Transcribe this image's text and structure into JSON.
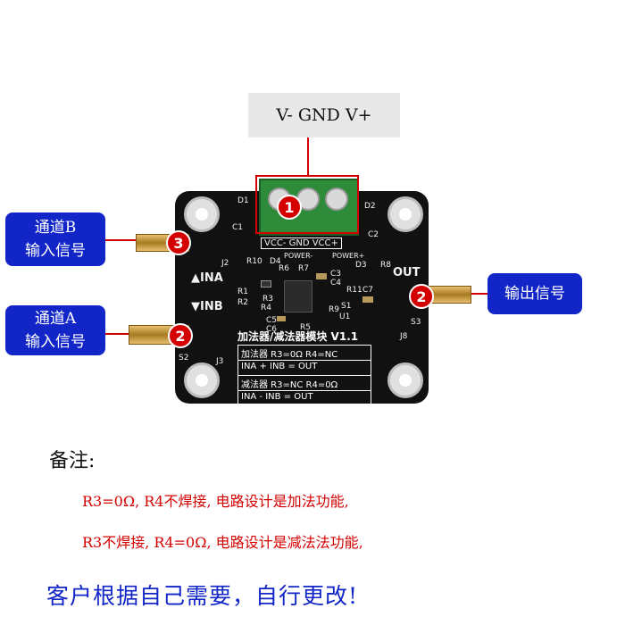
{
  "power_label": "V-  GND  V+",
  "channel_b_label": [
    "通道B",
    "输入信号"
  ],
  "channel_a_label": [
    "通道A",
    "输入信号"
  ],
  "output_label": "输出信号",
  "badges": {
    "power": "1",
    "channel_b": "3",
    "channel_a": "2",
    "output": "2"
  },
  "board": {
    "module_title": "加法器/减法器模块 V1.1",
    "rows": [
      "加法器   R3=0Ω   R4=NC",
      "INA + INB = OUT",
      "减法器   R3=NC   R4=0Ω",
      "INA - INB = OUT"
    ],
    "pin_labels": "VCC-  GND  VCC+",
    "ina": "▲INA",
    "inb": "▼INB",
    "out": "OUT",
    "power_minus": "POWER-",
    "power_plus": "POWER+",
    "silk": {
      "d1": "D1",
      "d2": "D2",
      "c1": "C1",
      "c2": "C2",
      "j2": "J2",
      "j3": "J3",
      "r10": "R10",
      "d4": "D4",
      "d3": "D3",
      "r8": "R8",
      "r6": "R6",
      "r7": "R7",
      "r1": "R1",
      "r2": "R2",
      "r3": "R3",
      "r4": "R4",
      "c3": "C3",
      "c4": "C4",
      "r11": "R11",
      "c7": "C7",
      "u1": "U1",
      "r9": "R9",
      "s1": "S1",
      "s2": "S2",
      "s3": "S3",
      "j8": "J8",
      "c5": "C5",
      "c6": "C6",
      "r5": "R5"
    }
  },
  "notes": {
    "title": "备注:",
    "line1": "R3=0Ω, R4不焊接, 电路设计是加法功能,",
    "line2": "R3不焊接, R4=0Ω, 电路设计是减法法功能,"
  },
  "final_note": "客户根据自己需要，自行更改!",
  "colors": {
    "accent_blue": "#1226c8",
    "annotation_red": "#d40000",
    "pcb": "#111111",
    "terminal_green": "#2e8b3a"
  }
}
